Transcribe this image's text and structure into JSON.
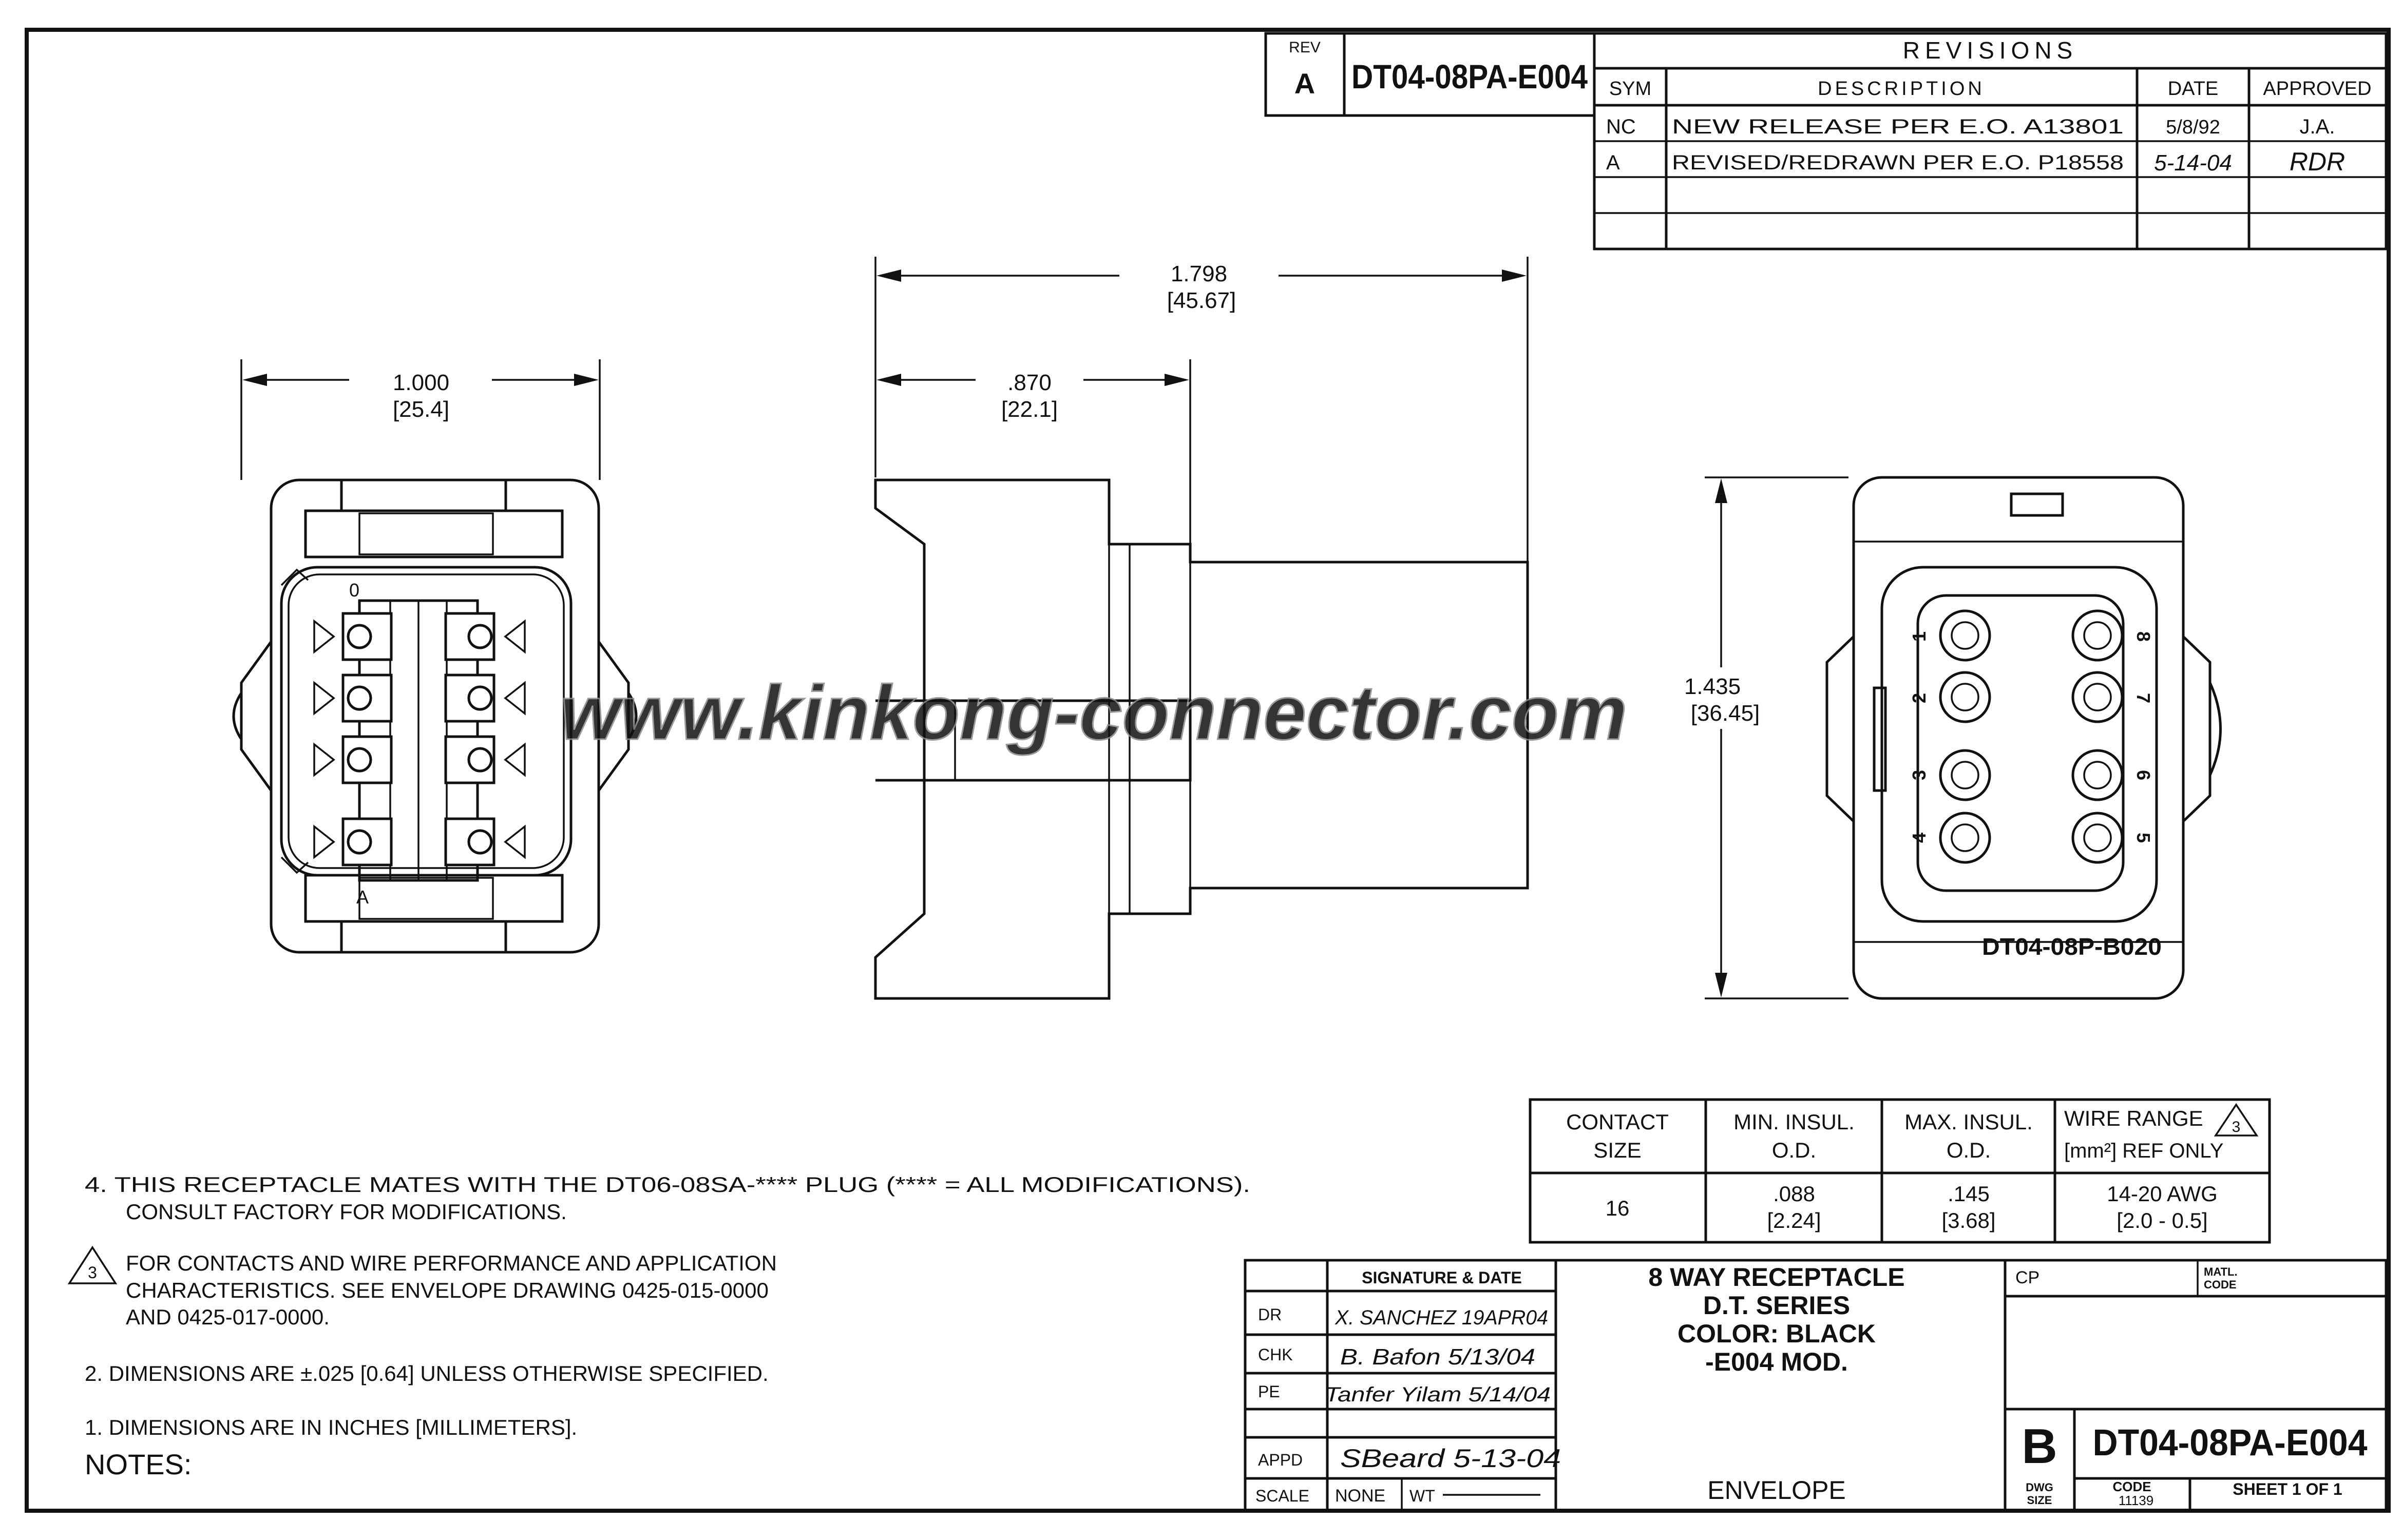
{
  "drawing": {
    "rev_label": "REV",
    "rev_value": "A",
    "part_number_header": "DT04-08PA-E004",
    "watermark": "www.kinkong-connector.com"
  },
  "revisions": {
    "title": "REVISIONS",
    "headers": [
      "SYM",
      "DESCRIPTION",
      "DATE",
      "APPROVED"
    ],
    "rows": [
      {
        "sym": "NC",
        "description": "NEW RELEASE PER E.O. A13801",
        "date": "5/8/92",
        "approved": "J.A."
      },
      {
        "sym": "A",
        "description": "REVISED/REDRAWN PER E.O. P18558",
        "date": "5-14-04",
        "approved": "RDR"
      }
    ]
  },
  "dimensions": {
    "width_in": "1.000",
    "width_mm": "[25.4]",
    "length_in": "1.798",
    "length_mm": "[45.67]",
    "flange_in": ".870",
    "flange_mm": "[22.1]",
    "height_in": "1.435",
    "height_mm": "[36.45]"
  },
  "rear_view": {
    "part_label": "DT04-08P-B020",
    "pins_left": [
      "1",
      "2",
      "3",
      "4"
    ],
    "pins_right": [
      "8",
      "7",
      "6",
      "5"
    ]
  },
  "front_view": {
    "marks": [
      "0",
      "A"
    ]
  },
  "contact_table": {
    "headers": [
      [
        "CONTACT",
        "SIZE"
      ],
      [
        "MIN. INSUL.",
        "O.D."
      ],
      [
        "MAX. INSUL.",
        "O.D."
      ],
      [
        "WIRE RANGE",
        "[mm²] REF ONLY"
      ]
    ],
    "note_flag": "3",
    "row": [
      [
        "16",
        ""
      ],
      [
        ".088",
        "[2.24]"
      ],
      [
        ".145",
        "[3.68]"
      ],
      [
        "14-20 AWG",
        "[2.0 - 0.5]"
      ]
    ]
  },
  "notes": {
    "title": "NOTES:",
    "n4_line1": "4. THIS RECEPTACLE MATES WITH THE DT06-08SA-**** PLUG (**** = ALL MODIFICATIONS).",
    "n4_line2": "CONSULT FACTORY FOR MODIFICATIONS.",
    "n3_flag": "3",
    "n3_line1": "FOR CONTACTS AND WIRE PERFORMANCE AND APPLICATION",
    "n3_line2": "CHARACTERISTICS. SEE ENVELOPE DRAWING 0425-015-0000",
    "n3_line3": "AND 0425-017-0000.",
    "n2": "2. DIMENSIONS ARE ±.025 [0.64] UNLESS OTHERWISE SPECIFIED.",
    "n1": "1. DIMENSIONS ARE IN INCHES [MILLIMETERS]."
  },
  "title_block": {
    "sig_header": "SIGNATURE & DATE",
    "rows": [
      {
        "label": "DR",
        "signature": "X. SANCHEZ 19APR04"
      },
      {
        "label": "CHK",
        "signature": "B. Bafon 5/13/04"
      },
      {
        "label": "PE",
        "signature": "Tanfer Yilam 5/14/04"
      },
      {
        "label": "APPD",
        "signature": "SBeard 5-13-04"
      }
    ],
    "scale_label": "SCALE",
    "scale_value": "NONE",
    "wt_label": "WT",
    "title_lines": [
      "8 WAY RECEPTACLE",
      "D.T. SERIES",
      "COLOR: BLACK",
      "-E004 MOD."
    ],
    "envelope": "ENVELOPE",
    "cp_label": "CP",
    "matl_label": "MATL.",
    "matl_code_label": "CODE",
    "dwg_size": "B",
    "dwg_label": "DWG",
    "size_label": "SIZE",
    "part_number": "DT04-08PA-E004",
    "code_label": "CODE",
    "code_value": "11139",
    "sheet_label": "SHEET 1 OF 1"
  }
}
